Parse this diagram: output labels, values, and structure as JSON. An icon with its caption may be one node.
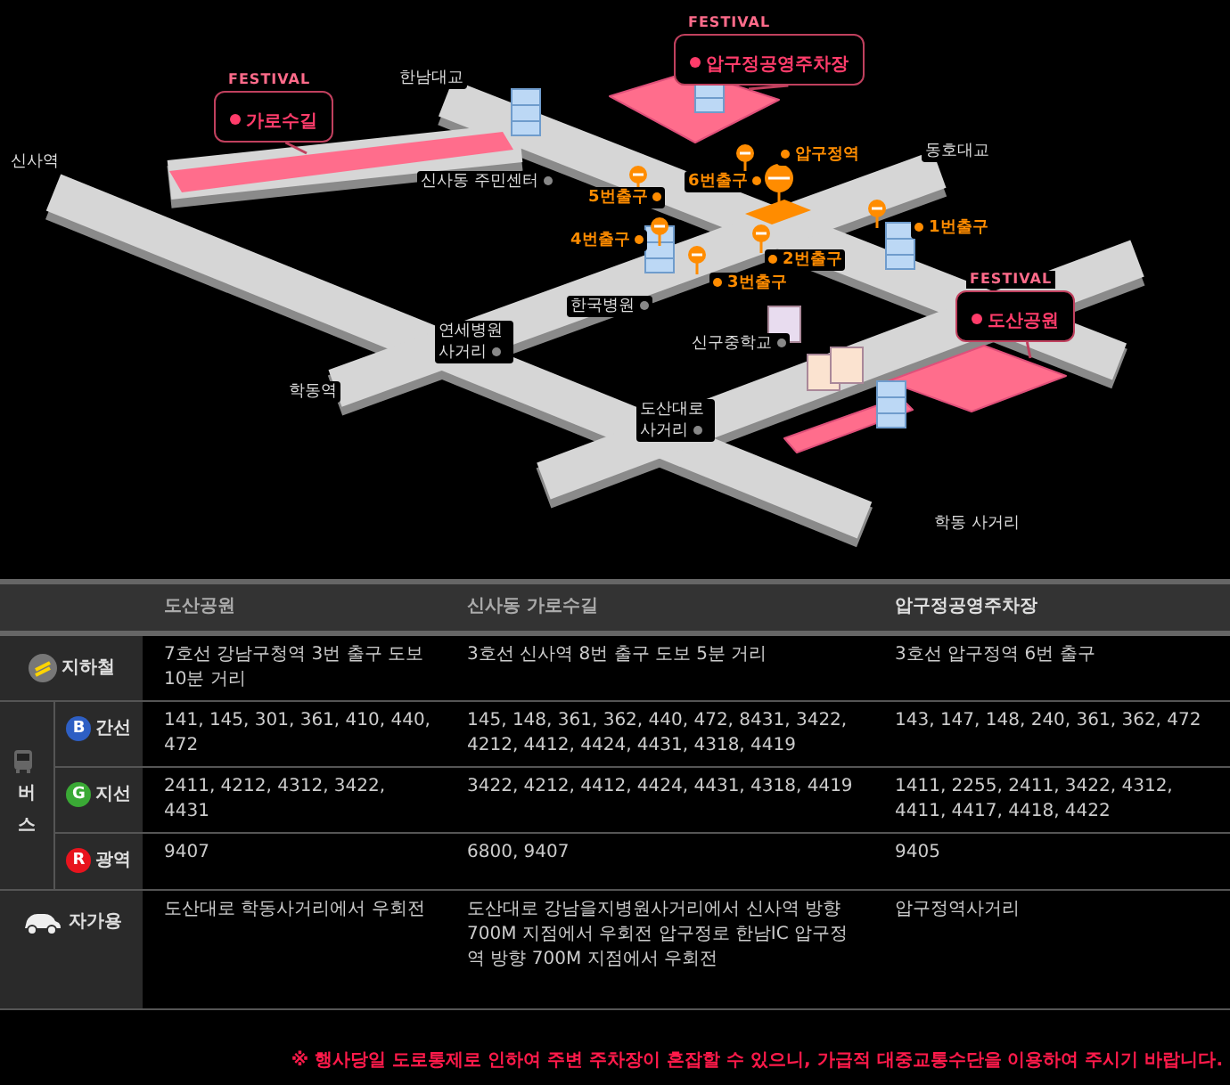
{
  "diagram": {
    "nodes": [
      {
        "text": [
          "FESTIVAL",
          "가로수길"
        ]
      },
      {
        "text": [
          "FESTIVAL",
          "압구정공영주차장"
        ]
      },
      {
        "text": [
          "FESTIVAL",
          "도산공원"
        ]
      },
      {
        "text": [],
        "shape": "bar"
      },
      {
        "text": [],
        "shape": "box"
      },
      {
        "text": [],
        "shape": "box"
      }
    ],
    "edges": [
      {
        "from": 0,
        "to": 3,
        "arrow": "none"
      },
      {
        "from": 1,
        "to": 4,
        "arrow": "none"
      },
      {
        "from": 2,
        "to": 5,
        "arrow": "none"
      }
    ],
    "labels": [
      "한남대교",
      "신사역",
      "신사동 주민센터",
      "5번출구",
      "6번출구",
      "압구정역",
      "동호대교",
      "4번출구",
      "1번출구",
      "2번출구",
      "3번출구",
      "한국병원",
      "연세병원 사거리",
      "신구중학교",
      "학동역",
      "도산대로 사거리",
      "학동 사거리",
      "도산공원",
      "신사동 가로수길",
      "압구정공영주차장",
      "지하철",
      "7호선 강남구청역 3번 출구 도보 10분 거리",
      "3호선 신사역 8번 출구 도보 5분 거리",
      "3호선 압구정역 6번 출구",
      "버스",
      "B",
      "간선",
      "141, 145, 301, 361, 410, 440, 472",
      "145, 148, 361, 362, 440, 472, 8431, 3422, 4212, 4412, 4424, 4431, 4318, 4419",
      "143, 147, 148, 240, 361, 362, 472",
      "G",
      "지선",
      "2411, 4212, 4312, 3422, 4431",
      "3422, 4212, 4412, 4424, 4431, 4318, 4419",
      "1411, 2255, 2411, 3422, 4312, 4411, 4417, 4418, 4422",
      "R",
      "광역",
      "9407",
      "6800, 9407",
      "9405",
      "자가용",
      "도산대로 학동사거리에서 우회전",
      "도산대로 강남을지병원사거리에서 신사역 방향 700M 지점에서 우회전 압구정로 한남IC 압구정역 방향 700M 지점에서 우회전",
      "압구정역사거리",
      "※ 행사당일 도로통제로 인하여 주변 주차장이 혼잡할 수 있으니, 가급적 대중교통수단을 이용하여 주시기 바랍니다."
    ]
  }
}
